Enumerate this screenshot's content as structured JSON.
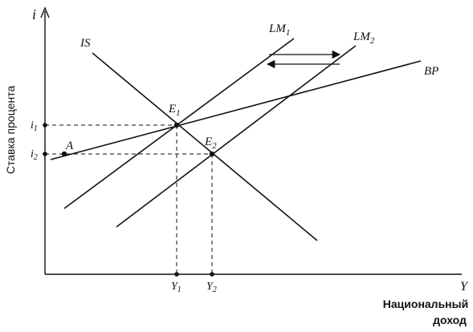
{
  "diagram": {
    "y_axis_symbol": "i",
    "x_axis_symbol": "Y",
    "y_axis_title": "Ставка процента",
    "x_axis_title_line1": "Национальный",
    "x_axis_title_line2": "доход",
    "curves": {
      "is": "IS",
      "lm1_base": "LM",
      "lm1_sub": "1",
      "lm2_base": "LM",
      "lm2_sub": "2",
      "bp": "BP"
    },
    "points": {
      "e1_base": "E",
      "e1_sub": "1",
      "e2_base": "E",
      "e2_sub": "2",
      "a": "A"
    },
    "ticks": {
      "i1_base": "i",
      "i1_sub": "1",
      "i2_base": "i",
      "i2_sub": "2",
      "y1_base": "Y",
      "y1_sub": "1",
      "y2_base": "Y",
      "y2_sub": "2"
    }
  }
}
